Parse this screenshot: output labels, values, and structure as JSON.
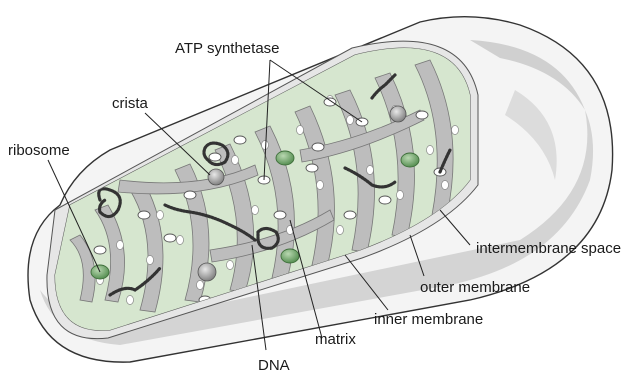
{
  "labels": {
    "atp_synthetase": "ATP synthetase",
    "crista": "crista",
    "ribosome": "ribosome",
    "intermembrane_space": "intermembrane space",
    "outer_membrane": "outer membrane",
    "inner_membrane": "inner membrane",
    "matrix": "matrix",
    "dna": "DNA"
  },
  "colors": {
    "outer_surface": "#f4f4f4",
    "membrane_gray": "#c8c8c8",
    "intermembrane": "#e6e6e6",
    "matrix_green": "#d6e6cf",
    "ribosome_green": "#6fa86a",
    "granule_gray": "#9a9a9a",
    "outline": "#333333"
  }
}
